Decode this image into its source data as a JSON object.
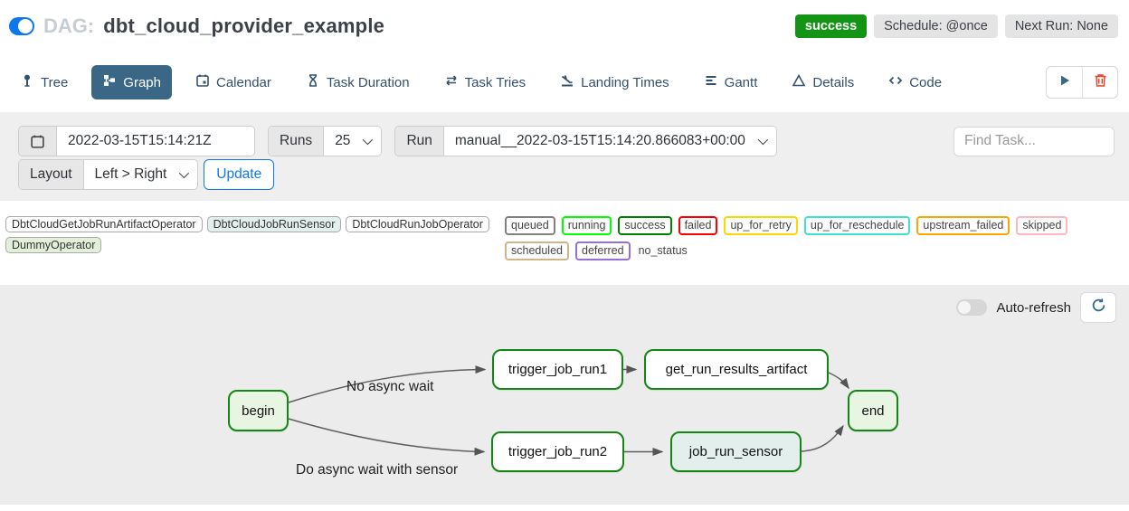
{
  "header": {
    "dag_prefix": "DAG:",
    "dag_name": "dbt_cloud_provider_example",
    "pause_toggle_on": true,
    "status_badge": "success",
    "schedule_badge": "Schedule: @once",
    "next_run_badge": "Next Run: None",
    "colors": {
      "status_green": "#149414",
      "gray_badge": "#e4e4e4",
      "toggle_blue": "#0d78ee"
    }
  },
  "tabs": [
    {
      "label": "Tree",
      "icon": "pin-icon",
      "active": false
    },
    {
      "label": "Graph",
      "icon": "sitemap-icon",
      "active": true
    },
    {
      "label": "Calendar",
      "icon": "calendar-icon",
      "active": false
    },
    {
      "label": "Task Duration",
      "icon": "hourglass-icon",
      "active": false
    },
    {
      "label": "Task Tries",
      "icon": "repeat-icon",
      "active": false
    },
    {
      "label": "Landing Times",
      "icon": "plane-landing-icon",
      "active": false
    },
    {
      "label": "Gantt",
      "icon": "bars-icon",
      "active": false
    },
    {
      "label": "Details",
      "icon": "triangle-icon",
      "active": false
    },
    {
      "label": "Code",
      "icon": "code-icon",
      "active": false
    }
  ],
  "dag_actions": {
    "trigger": "play-icon",
    "delete": "trash-icon"
  },
  "filters": {
    "date_value": "2022-03-15T15:14:21Z",
    "runs_label": "Runs",
    "runs_value": "25",
    "run_label": "Run",
    "run_value": "manual__2022-03-15T15:14:20.866083+00:00",
    "find_task_placeholder": "Find Task...",
    "layout_label": "Layout",
    "layout_value": "Left > Right",
    "update_label": "Update"
  },
  "legend": {
    "operators": [
      {
        "label": "DbtCloudGetJobRunArtifactOperator",
        "fill": "#ffffff"
      },
      {
        "label": "DbtCloudJobRunSensor",
        "fill": "#e3efec"
      },
      {
        "label": "DbtCloudRunJobOperator",
        "fill": "#ffffff"
      },
      {
        "label": "DummyOperator",
        "fill": "#e2f0da"
      }
    ],
    "statuses": [
      {
        "label": "queued",
        "color": "#808080"
      },
      {
        "label": "running",
        "color": "#00ff00"
      },
      {
        "label": "success",
        "color": "#008000"
      },
      {
        "label": "failed",
        "color": "#ff0000"
      },
      {
        "label": "up_for_retry",
        "color": "#ffd700"
      },
      {
        "label": "up_for_reschedule",
        "color": "#40e0d0"
      },
      {
        "label": "upstream_failed",
        "color": "#ffa500"
      },
      {
        "label": "skipped",
        "color": "#ffb6c1"
      },
      {
        "label": "scheduled",
        "color": "#d2b48c"
      },
      {
        "label": "deferred",
        "color": "#9370db"
      },
      {
        "label": "no_status",
        "color": "none"
      }
    ]
  },
  "graph": {
    "auto_refresh_label": "Auto-refresh",
    "auto_refresh_on": false,
    "nodes": [
      {
        "id": "begin",
        "label": "begin",
        "operator": "DummyOperator",
        "state_border": "#138713"
      },
      {
        "id": "trigger_job_run1",
        "label": "trigger_job_run1",
        "operator": "DbtCloudRunJobOperator",
        "state_border": "#138713"
      },
      {
        "id": "get_run_results_artifact",
        "label": "get_run_results_artifact",
        "operator": "DbtCloudGetJobRunArtifactOperator",
        "state_border": "#138713"
      },
      {
        "id": "trigger_job_run2",
        "label": "trigger_job_run2",
        "operator": "DbtCloudRunJobOperator",
        "state_border": "#138713"
      },
      {
        "id": "job_run_sensor",
        "label": "job_run_sensor",
        "operator": "DbtCloudJobRunSensor",
        "state_border": "#138713"
      },
      {
        "id": "end",
        "label": "end",
        "operator": "DummyOperator",
        "state_border": "#138713"
      }
    ],
    "edges": [
      {
        "from": "begin",
        "to": "trigger_job_run1",
        "label": "No async wait"
      },
      {
        "from": "begin",
        "to": "trigger_job_run2",
        "label": "Do async wait with sensor"
      },
      {
        "from": "trigger_job_run1",
        "to": "get_run_results_artifact",
        "label": ""
      },
      {
        "from": "trigger_job_run2",
        "to": "job_run_sensor",
        "label": ""
      },
      {
        "from": "get_run_results_artifact",
        "to": "end",
        "label": ""
      },
      {
        "from": "job_run_sensor",
        "to": "end",
        "label": ""
      }
    ]
  }
}
